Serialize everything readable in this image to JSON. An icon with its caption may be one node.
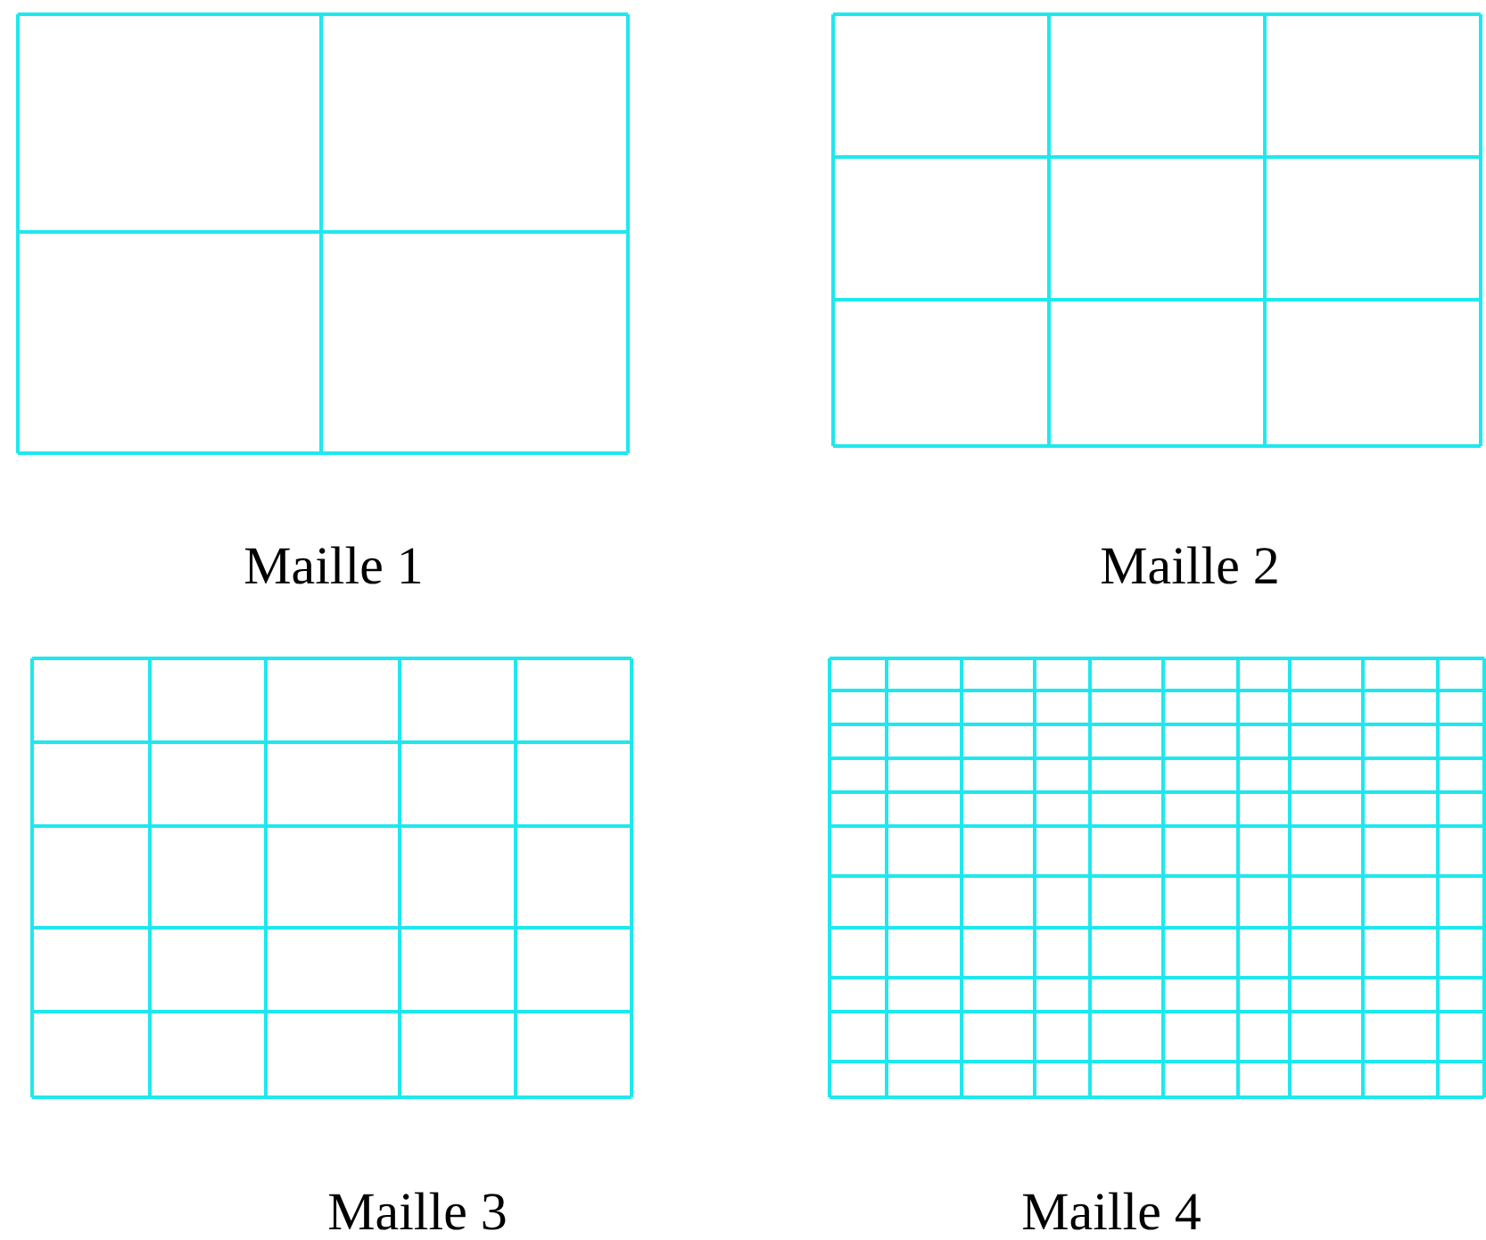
{
  "diagram": {
    "labels": [
      "Maille 1",
      "Maille 2",
      "Maille 3",
      "Maille 4"
    ]
  }
}
